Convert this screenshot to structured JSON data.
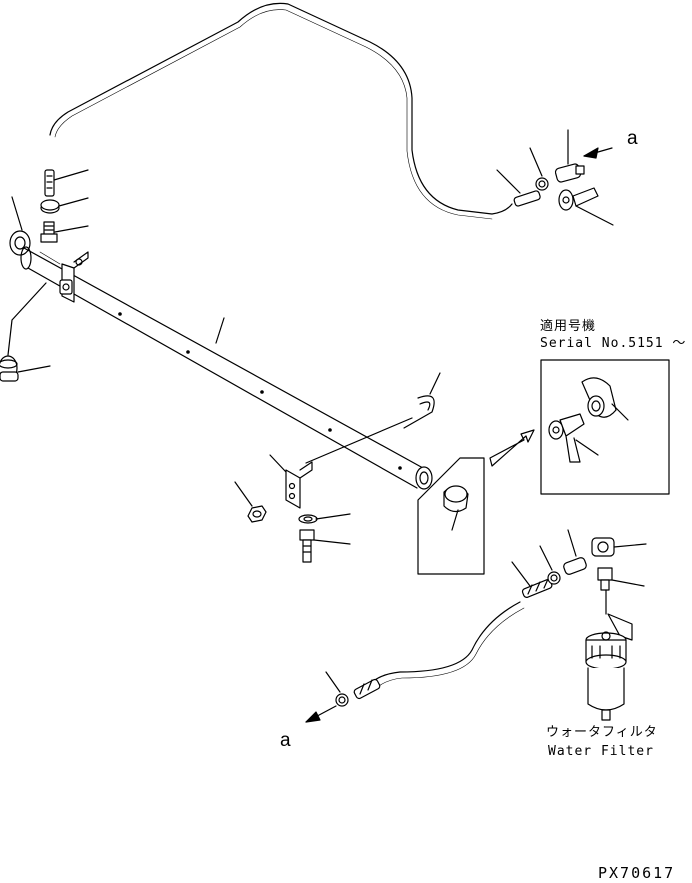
{
  "diagram": {
    "reference_mark_top": "a",
    "reference_mark_bottom": "a",
    "serial_note_jp": "適用号機",
    "serial_note_en": "Serial No.5151 〜",
    "water_filter_jp": "ウォータフィルタ",
    "water_filter_en": "Water Filter",
    "drawing_code": "PX70617"
  },
  "colors": {
    "line": "#000000",
    "background": "#ffffff"
  }
}
